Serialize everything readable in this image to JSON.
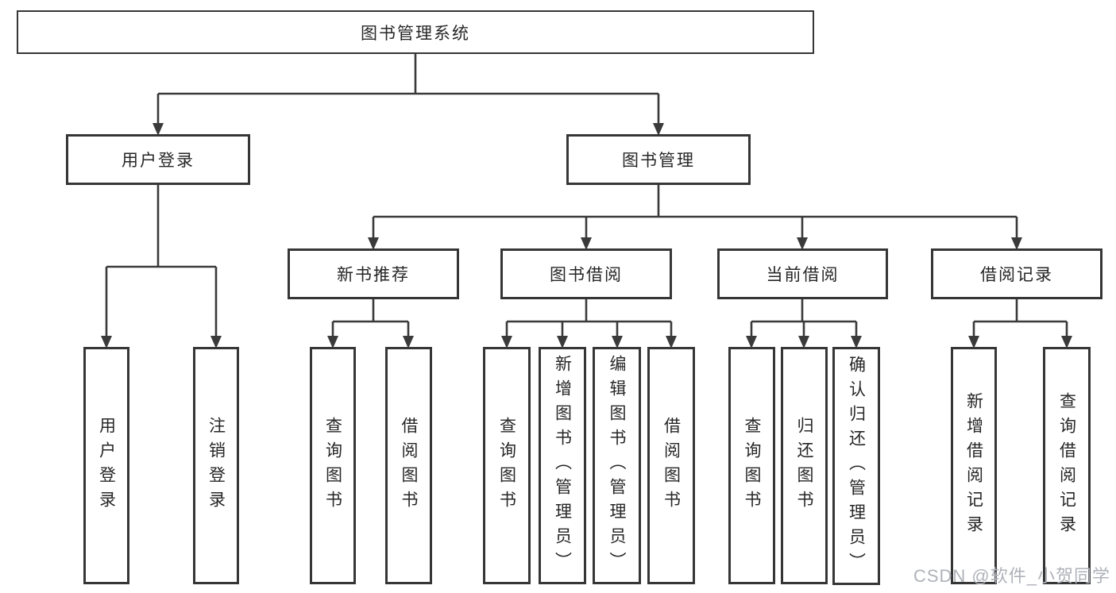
{
  "colors": {
    "background": "#ffffff",
    "line": "#3a3a3a",
    "box_border": "#363636",
    "text": "#262626",
    "watermark": "#aeb2b9"
  },
  "tree": {
    "label": "图书管理系统",
    "children": [
      {
        "label": "用户登录",
        "children": [
          {
            "label": "用户登录"
          },
          {
            "label": "注销登录"
          }
        ]
      },
      {
        "label": "图书管理",
        "children": [
          {
            "label": "新书推荐",
            "children": [
              {
                "label": "查询图书"
              },
              {
                "label": "借阅图书"
              }
            ]
          },
          {
            "label": "图书借阅",
            "children": [
              {
                "label": "查询图书"
              },
              {
                "label": "新增图书（管理员）"
              },
              {
                "label": "编辑图书（管理员）"
              },
              {
                "label": "借阅图书"
              }
            ]
          },
          {
            "label": "当前借阅",
            "children": [
              {
                "label": "查询图书"
              },
              {
                "label": "归还图书"
              },
              {
                "label": "确认归还（管理员）"
              }
            ]
          },
          {
            "label": "借阅记录",
            "children": [
              {
                "label": "新增借阅记录"
              },
              {
                "label": "查询借阅记录"
              }
            ]
          }
        ]
      }
    ]
  },
  "watermark": {
    "text": "CSDN @软件_小贺同学"
  }
}
